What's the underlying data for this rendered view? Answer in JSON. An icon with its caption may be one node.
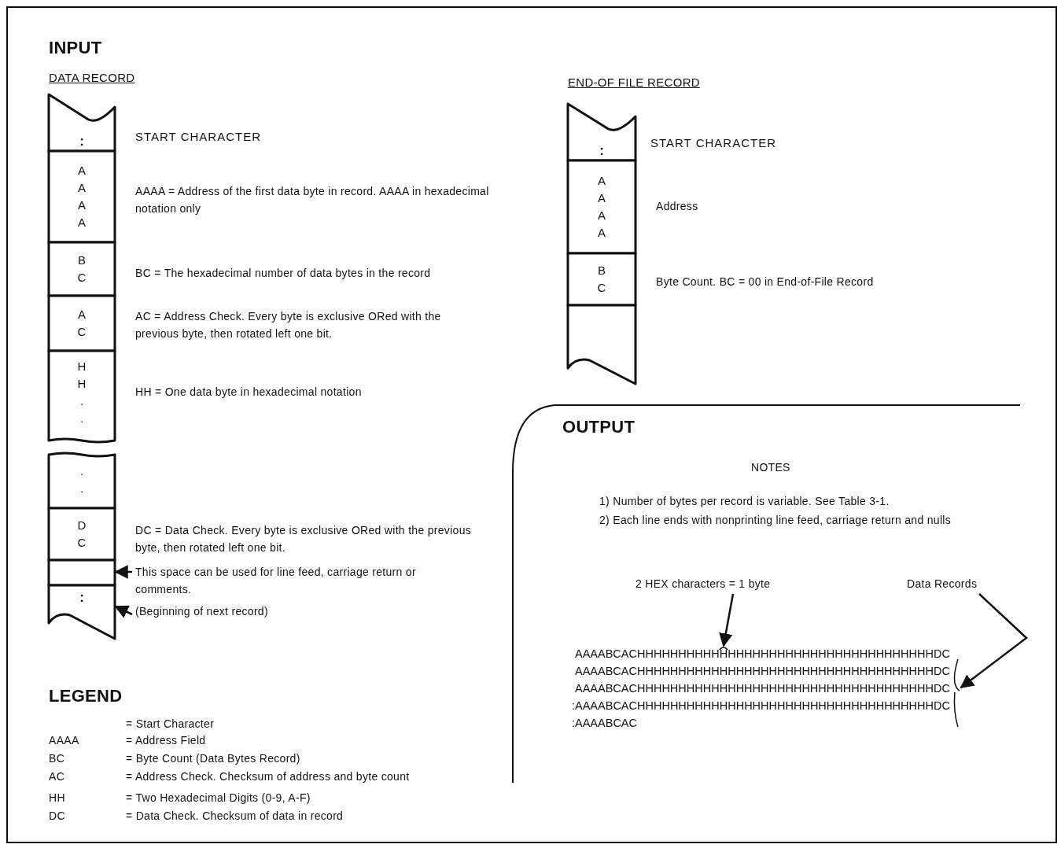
{
  "diagram": {
    "nodes": [
      {
        "text": [
          ":"
        ],
        "beside": [
          "START CHARACTER"
        ]
      },
      {
        "text": [
          "A A A A"
        ],
        "beside": [
          "AAAA = Address of the first data byte in record. AAAA in hexadecimal notation only"
        ]
      },
      {
        "text": [
          "B C"
        ],
        "beside": [
          "BC = The hexadecimal number of data bytes in the record"
        ]
      },
      {
        "text": [
          "A C"
        ],
        "beside": [
          "AC = Address Check. Every byte is exclusive ORed with the previous byte, then rotated left one bit."
        ]
      },
      {
        "text": [
          "H H . ."
        ],
        "beside": [
          "HH = One data byte in hexadecimal notation"
        ]
      },
      {
        "text": [
          ". ."
        ]
      },
      {
        "text": [
          "D C"
        ],
        "beside": [
          "DC = Data Check. Every byte is exclusive ORed with the previous byte, then rotated left one bit."
        ]
      },
      {
        "text": [],
        "shape": "box"
      },
      {
        "text": [
          ":"
        ]
      },
      {
        "text": [
          "This space can be used for line feed, carriage return or comments."
        ]
      },
      {
        "text": [
          "(Beginning of next record)"
        ]
      },
      {
        "text": [
          ":"
        ],
        "beside": [
          "START CHARACTER"
        ]
      },
      {
        "text": [
          "A A A A"
        ],
        "beside": [
          "Address"
        ]
      },
      {
        "text": [
          "B C"
        ],
        "beside": [
          "Byte Count. BC = 00 in End-of-File Record"
        ]
      },
      {
        "text": [],
        "shape": "box"
      },
      {
        "text": [
          "2 HEX characters = 1 byte"
        ]
      },
      {
        "text": [
          "Data Records"
        ]
      },
      {
        "text": [],
        "shape": "arc"
      },
      {
        "text": [],
        "shape": "brace"
      }
    ],
    "edges": [
      {
        "from": 9,
        "to": 7,
        "arrow": "to"
      },
      {
        "from": 10,
        "to": 8,
        "arrow": "to"
      },
      {
        "from": 15,
        "to": 17,
        "arrow": "to"
      },
      {
        "from": 16,
        "to": 18,
        "arrow": "to"
      }
    ],
    "labels": [
      "INPUT",
      "DATA RECORD",
      "END-OF FILE RECORD",
      "OUTPUT",
      "NOTES",
      "1) Number of bytes per record is variable. See Table 3-1.",
      "2) Each line ends with nonprinting line feed, carriage return and nulls",
      "AAAABCACHHHHHHHHHHHHHHHHHHHHHHHHHHHHHHHHHHHHDC",
      "AAAABCACHHHHHHHHHHHHHHHHHHHHHHHHHHHHHHHHHHHHDC",
      "AAAABCACHHHHHHHHHHHHHHHHHHHHHHHHHHHHHHHHHHHHDC",
      ":AAAABCACHHHHHHHHHHHHHHHHHHHHHHHHHHHHHHHHHHHHDC",
      ":AAAABCAC",
      "LEGEND",
      "= Start Character",
      "AAAA",
      "= Address Field",
      "BC",
      "= Byte Count (Data Bytes Record)",
      "AC",
      "= Address Check. Checksum of address and byte count",
      "HH",
      "= Two Hexadecimal Digits (0-9, A-F)",
      "DC",
      "= Data Check. Checksum of data in record"
    ]
  }
}
